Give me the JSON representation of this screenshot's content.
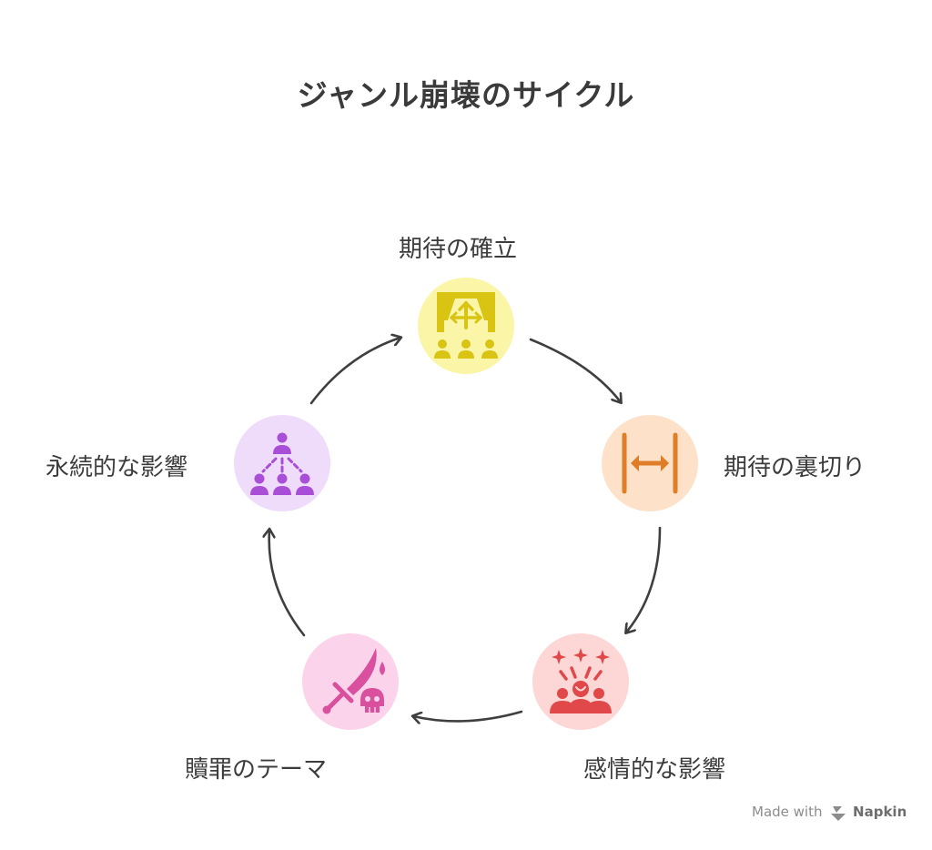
{
  "title": "ジャンル崩壊のサイクル",
  "nodes": [
    {
      "label": "期待の確立",
      "icon": "stage-audience-icon",
      "fill": "#fbf5a8",
      "icon_color": "#d9c414"
    },
    {
      "label": "期待の裏切り",
      "icon": "boundary-arrow-icon",
      "fill": "#fde2c9",
      "icon_color": "#e07d28"
    },
    {
      "label": "感情的な影響",
      "icon": "surprised-crowd-icon",
      "fill": "#fdd6d6",
      "icon_color": "#e0484a"
    },
    {
      "label": "贖罪のテーマ",
      "icon": "sword-skull-icon",
      "fill": "#fbd3ea",
      "icon_color": "#d9509e"
    },
    {
      "label": "永続的な影響",
      "icon": "people-hierarchy-icon",
      "fill": "#efdcfb",
      "icon_color": "#a94ed6"
    }
  ],
  "arrow_color": "#3f3f3f",
  "watermark": {
    "prefix": "Made with",
    "brand": "Napkin"
  }
}
